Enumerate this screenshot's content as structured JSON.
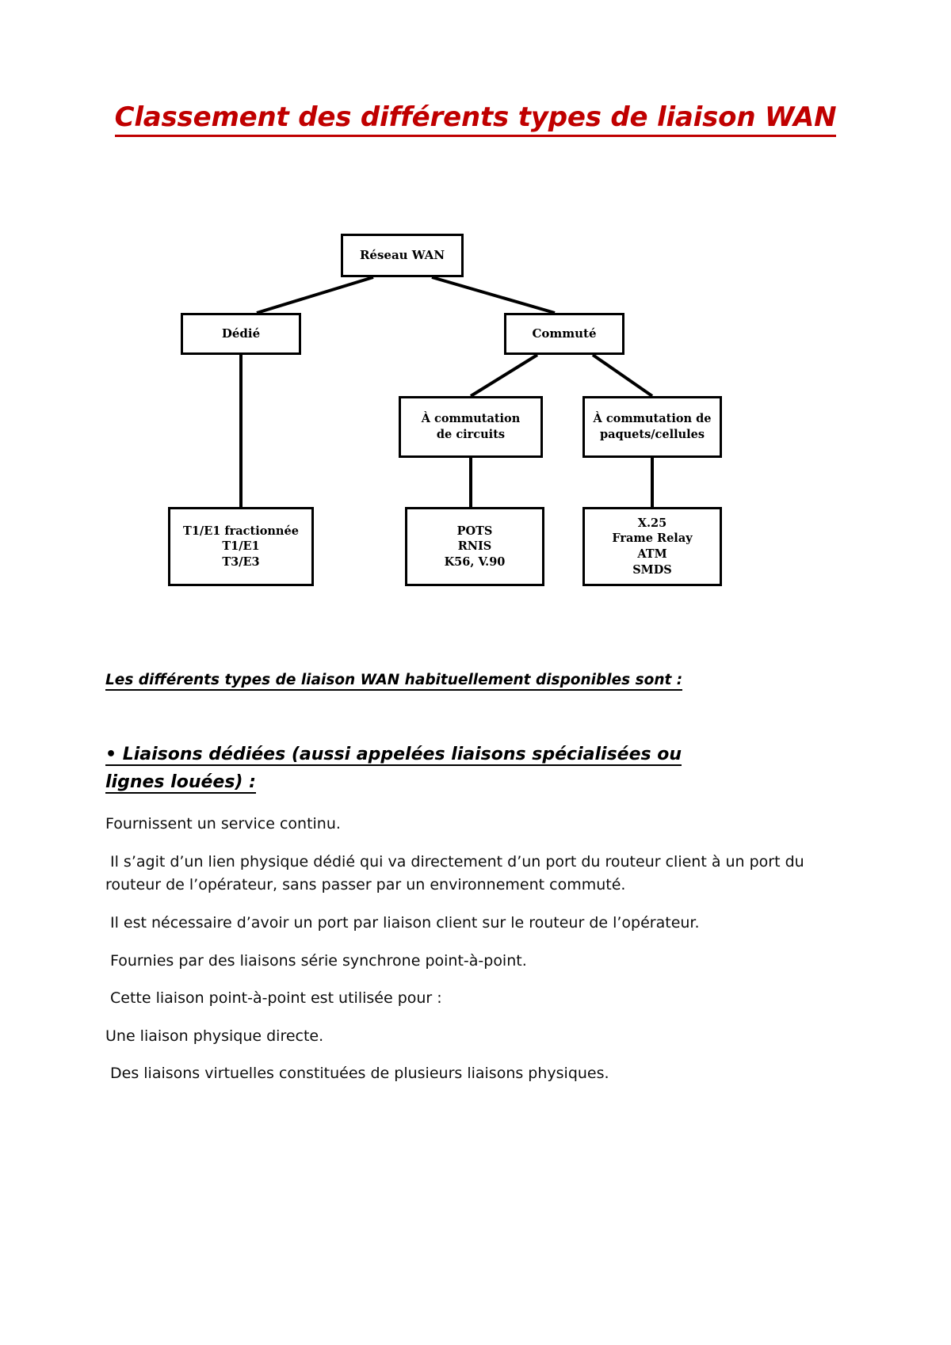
{
  "document": {
    "title": "Classement des différents types de liaison WAN",
    "title_color": "#C00000"
  },
  "diagram": {
    "type": "tree",
    "nodes": {
      "root": "Réseau WAN",
      "dedie": "Dédié",
      "commute": "Commuté",
      "circuits_line1": "À commutation",
      "circuits_line2": "de circuits",
      "paquets_line1": "À commutation de",
      "paquets_line2": "paquets/cellules",
      "leaf_dedie_line1": "T1/E1 fractionnée",
      "leaf_dedie_line2": "T1/E1",
      "leaf_dedie_line3": "T3/E3",
      "leaf_circuits_line1": "POTS",
      "leaf_circuits_line2": "RNIS",
      "leaf_circuits_line3": "K56, V.90",
      "leaf_paquets_line1": "X.25",
      "leaf_paquets_line2": "Frame Relay",
      "leaf_paquets_line3": "ATM",
      "leaf_paquets_line4": "SMDS"
    },
    "edges": [
      [
        "root",
        "dedie"
      ],
      [
        "root",
        "commute"
      ],
      [
        "commute",
        "circuits"
      ],
      [
        "commute",
        "paquets"
      ],
      [
        "dedie",
        "leaf_dedie"
      ],
      [
        "circuits",
        "leaf_circuits"
      ],
      [
        "paquets",
        "leaf_paquets"
      ]
    ]
  },
  "content": {
    "subheading": "Les différents types de liaison WAN habituellement disponibles sont :",
    "section_heading": "• Liaisons dédiées (aussi appelées liaisons spécialisées ou lignes louées) :",
    "paragraphs": [
      "Fournissent un service continu.",
      "Il s’agit d’un lien physique dédié qui va directement d’un port du routeur client à un port du routeur de l’opérateur, sans passer par un environnement commuté.",
      "Il est nécessaire d’avoir un port par liaison client sur le routeur de l’opérateur.",
      "Fournies par des liaisons série synchrone point-à-point.",
      "Cette liaison point-à-point est utilisée pour :",
      "Une liaison physique directe.",
      "Des liaisons virtuelles constituées de plusieurs liaisons physiques."
    ]
  }
}
